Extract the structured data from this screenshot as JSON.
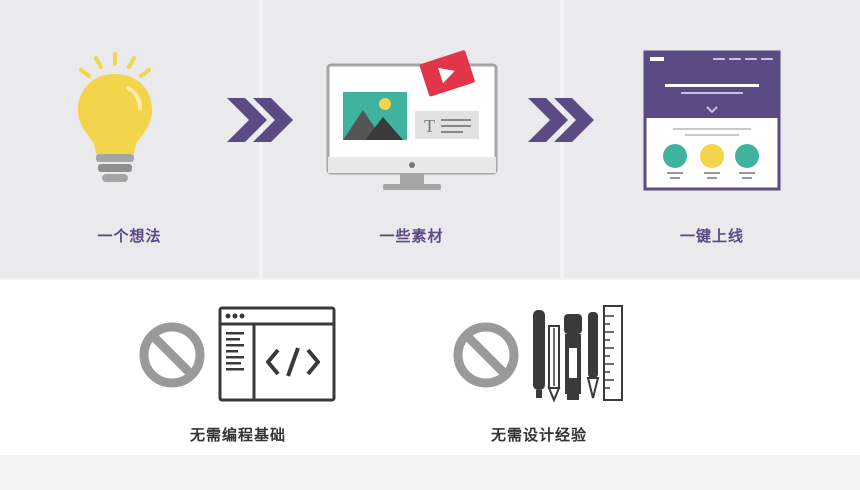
{
  "steps": [
    {
      "label": "一个想法",
      "icon": "lightbulb-icon"
    },
    {
      "label": "一些素材",
      "icon": "monitor-media-icon"
    },
    {
      "label": "一键上线",
      "icon": "website-icon"
    }
  ],
  "benefits": [
    {
      "label": "无需编程基础",
      "icon": "code-window-icon"
    },
    {
      "label": "无需设计经验",
      "icon": "design-tools-icon"
    }
  ],
  "colors": {
    "purple": "#5b4a83",
    "bulb_yellow": "#f2d54a",
    "teal": "#3fb39d",
    "red": "#e2354a",
    "gray": "#a5a5a5",
    "dark": "#3a3a3a"
  }
}
